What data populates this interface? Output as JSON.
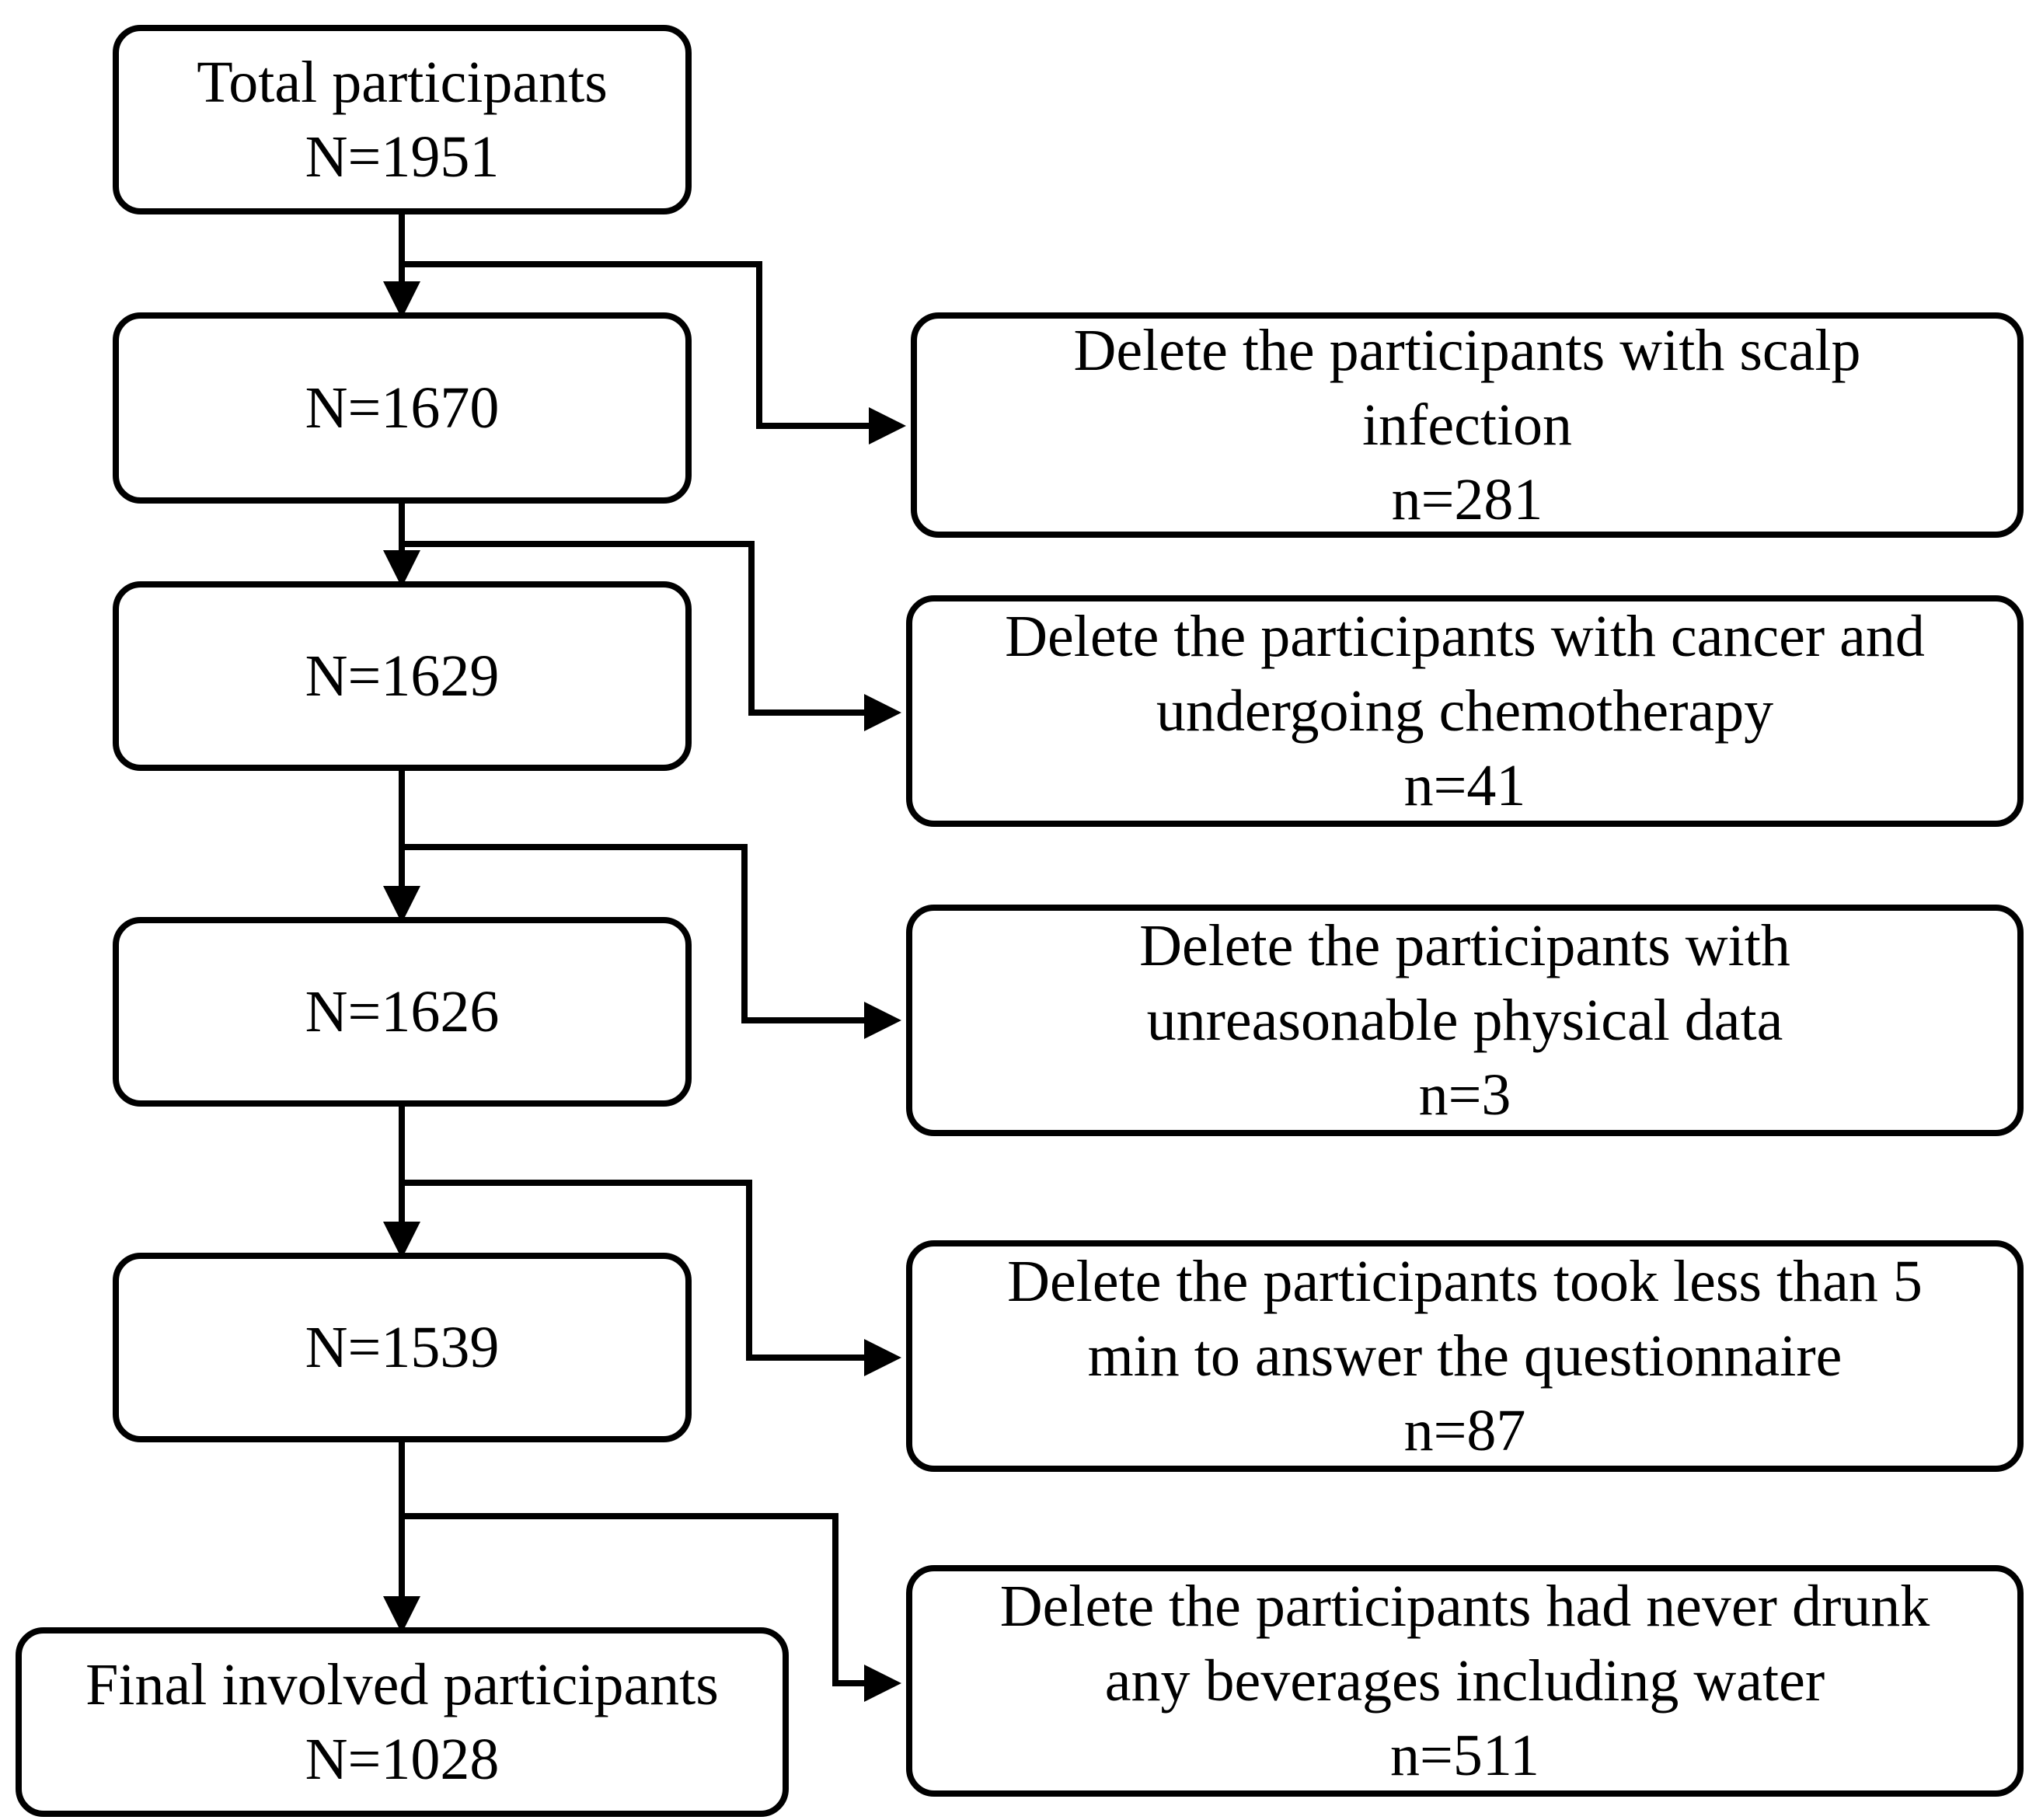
{
  "flowchart": {
    "main_steps": [
      {
        "lines": [
          "Total participants",
          "N=1951"
        ]
      },
      {
        "lines": [
          "N=1670"
        ]
      },
      {
        "lines": [
          "N=1629"
        ]
      },
      {
        "lines": [
          "N=1626"
        ]
      },
      {
        "lines": [
          "N=1539"
        ]
      },
      {
        "lines": [
          "Final involved participants",
          "N=1028"
        ]
      }
    ],
    "exclusions": [
      {
        "lines": [
          "Delete the participants with scalp",
          "infection",
          "n=281"
        ]
      },
      {
        "lines": [
          "Delete the participants with cancer and",
          "undergoing chemotherapy",
          "n=41"
        ]
      },
      {
        "lines": [
          "Delete the participants with",
          "unreasonable physical data",
          "n=3"
        ]
      },
      {
        "lines": [
          "Delete the participants took less than 5",
          "min to answer the questionnaire",
          "n=87"
        ]
      },
      {
        "lines": [
          "Delete the participants had never drunk",
          "any beverages including water",
          "n=511"
        ]
      }
    ]
  }
}
